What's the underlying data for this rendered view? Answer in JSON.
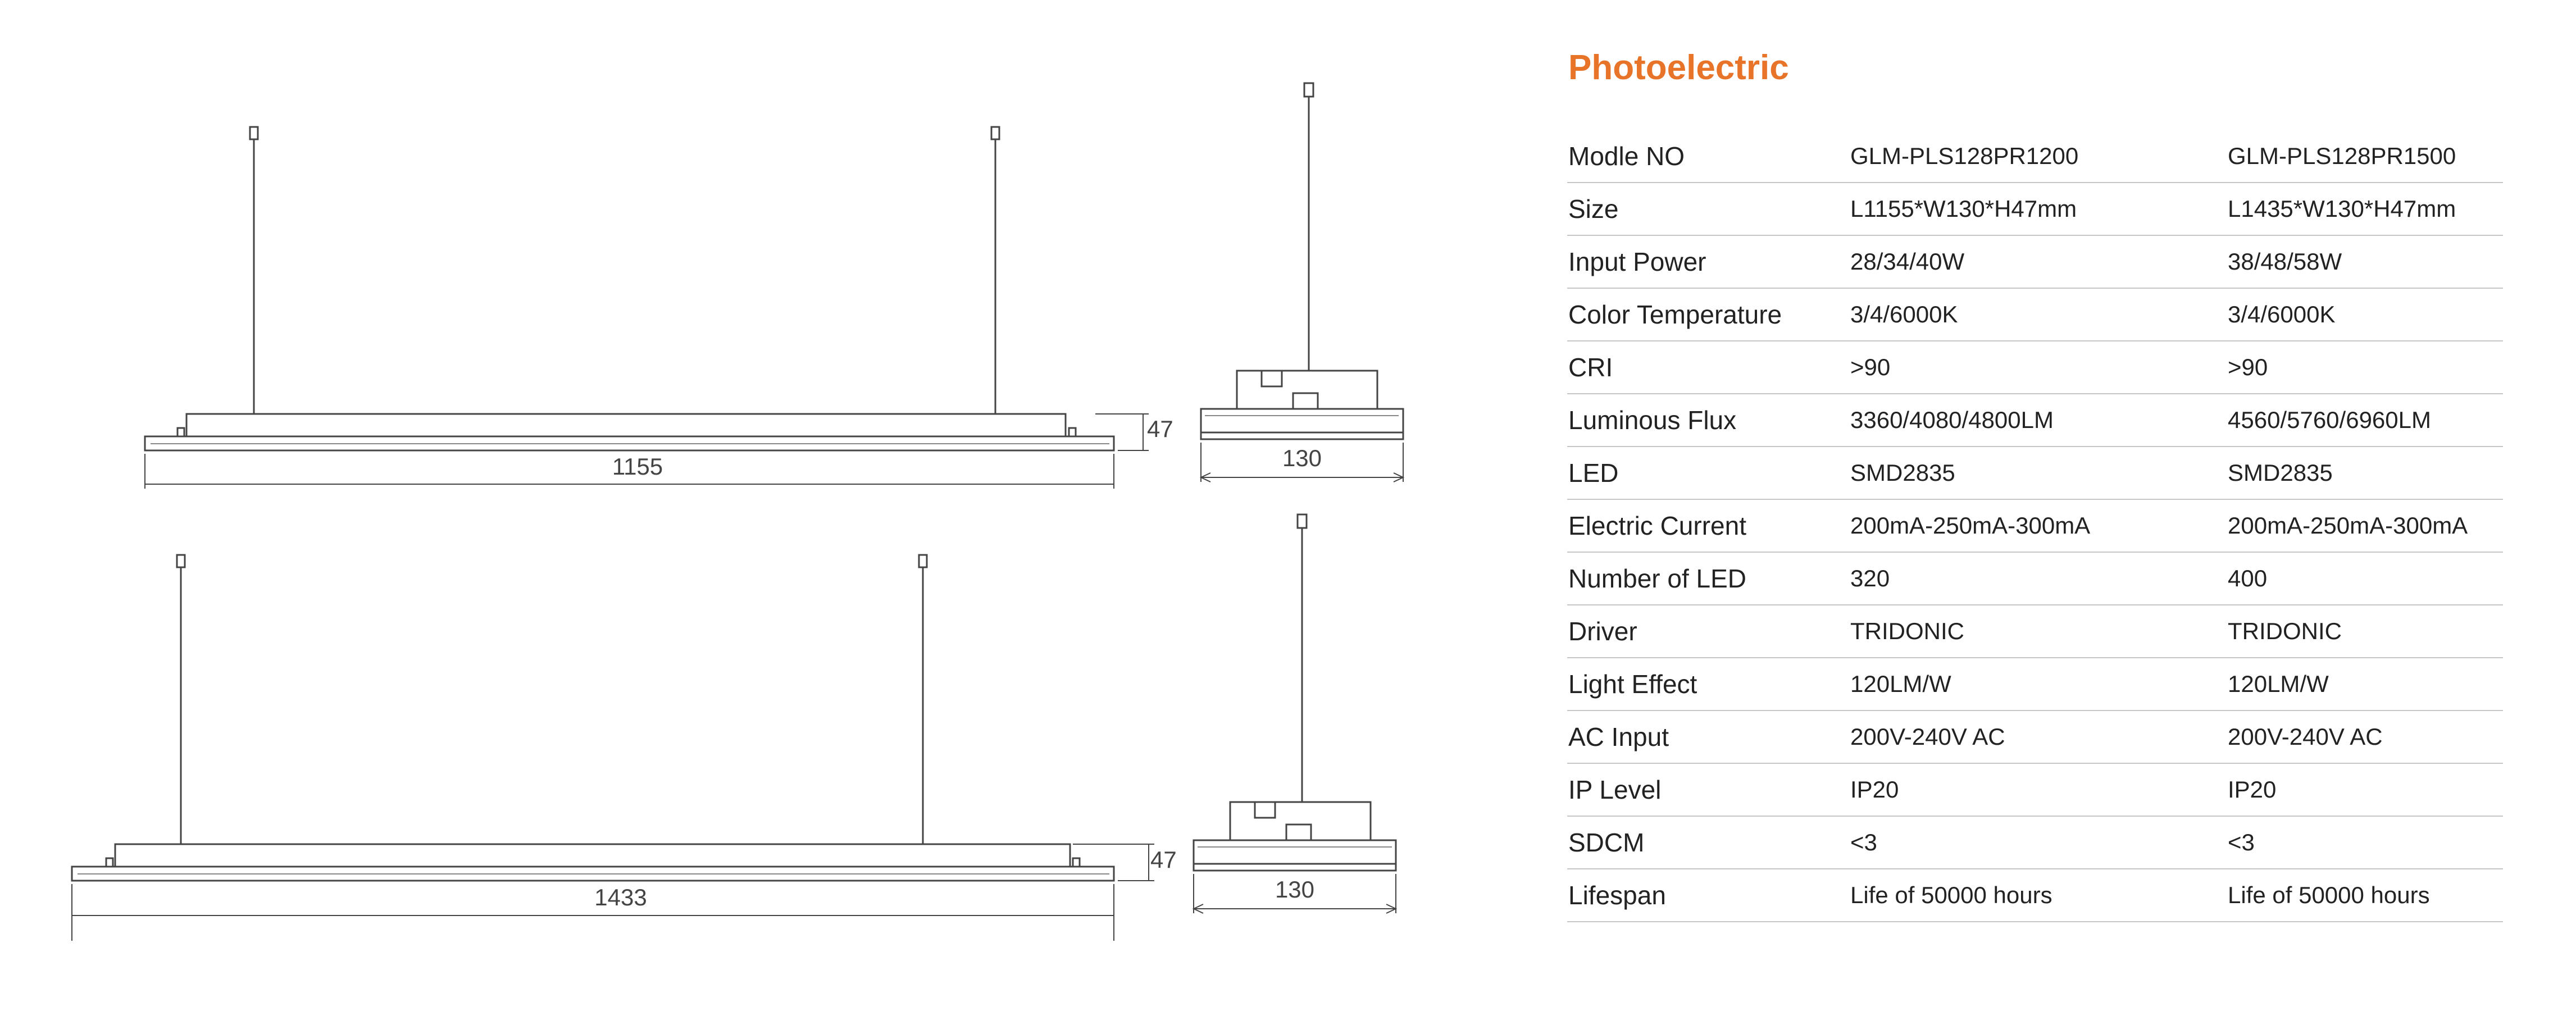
{
  "drawings": {
    "top_front_length": "1155",
    "top_height": "47",
    "top_side_width": "130",
    "bottom_front_length": "1433",
    "bottom_height": "47",
    "bottom_side_width": "130"
  },
  "spec": {
    "title": "Photoelectric",
    "accent_color": "#E8742A",
    "rows": [
      {
        "label": "Modle NO",
        "v1": "GLM-PLS128PR1200",
        "v2": "GLM-PLS128PR1500"
      },
      {
        "label": "Size",
        "v1": "L1155*W130*H47mm",
        "v2": "L1435*W130*H47mm"
      },
      {
        "label": "Input Power",
        "v1": "28/34/40W",
        "v2": "38/48/58W"
      },
      {
        "label": "Color Temperature",
        "v1": "3/4/6000K",
        "v2": "3/4/6000K"
      },
      {
        "label": "CRI",
        "v1": ">90",
        "v2": ">90"
      },
      {
        "label": "Luminous Flux",
        "v1": "3360/4080/4800LM",
        "v2": "4560/5760/6960LM"
      },
      {
        "label": "LED",
        "v1": "SMD2835",
        "v2": "SMD2835"
      },
      {
        "label": "Electric Current",
        "v1": "200mA-250mA-300mA",
        "v2": "200mA-250mA-300mA"
      },
      {
        "label": "Number of LED",
        "v1": "320",
        "v2": "400"
      },
      {
        "label": "Driver",
        "v1": "TRIDONIC",
        "v2": "TRIDONIC"
      },
      {
        "label": "Light Effect",
        "v1": "120LM/W",
        "v2": "120LM/W"
      },
      {
        "label": "AC Input",
        "v1": "200V-240V AC",
        "v2": "200V-240V AC"
      },
      {
        "label": "IP Level",
        "v1": "IP20",
        "v2": "IP20"
      },
      {
        "label": "SDCM",
        "v1": "<3",
        "v2": "<3"
      },
      {
        "label": "Lifespan",
        "v1": "Life of 50000 hours",
        "v2": "Life of 50000 hours"
      }
    ]
  }
}
